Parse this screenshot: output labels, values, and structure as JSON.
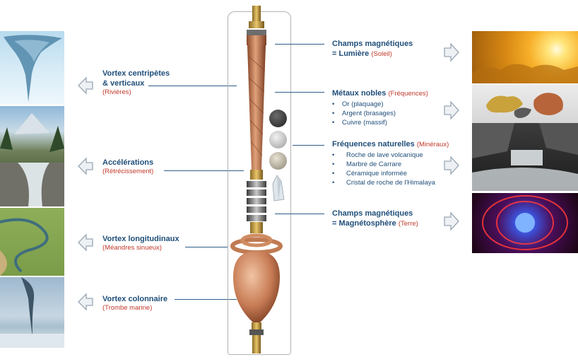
{
  "left": {
    "vortex_centripetes": {
      "title": "Vortex centripètes",
      "title2": "& verticaux",
      "sub": "(Rivières)"
    },
    "accelerations": {
      "title": "Accélérations",
      "sub": "(Rétrécissement)"
    },
    "vortex_longitudinaux": {
      "title": "Vortex longitudinaux",
      "sub": "(Méandres sinueux)"
    },
    "vortex_colonnaire": {
      "title": "Vortex colonnaire",
      "sub": "(Trombe marine)"
    }
  },
  "right": {
    "champs_soleil": {
      "title": "Champs magnétiques",
      "eq": "= Lumière",
      "sub": "(Soleil)"
    },
    "metaux": {
      "title": "Métaux nobles",
      "sub": "(Fréquences)",
      "items": [
        "Or (plaquage)",
        "Argent (brasages)",
        "Cuivre (massif)"
      ]
    },
    "frequences": {
      "title": "Fréquences naturelles",
      "sub": "(Minéraux)",
      "items": [
        "Roche de lave volcanique",
        "Marbre de Carrare",
        "Céramique informée",
        "Cristal de roche de l'Himalaya"
      ]
    },
    "champs_terre": {
      "title": "Champs magnétiques",
      "eq": "= Magnétosphère",
      "sub": "(Terre)"
    }
  },
  "colors": {
    "label_blue": "#1f4e79",
    "sub_red": "#c0392b",
    "copper": "#c8815a",
    "arrow_gray": "#9aa7b4"
  },
  "icons": [
    "left-arrow-icon",
    "right-arrow-icon"
  ]
}
